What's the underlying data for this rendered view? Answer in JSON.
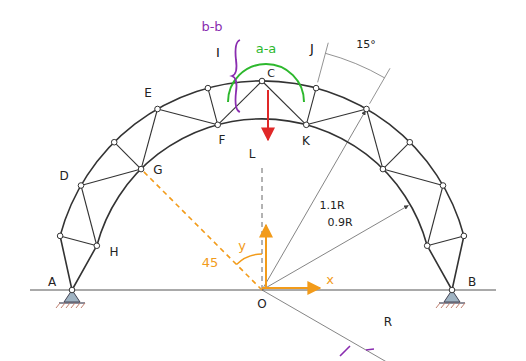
{
  "diagram": {
    "labels": [
      "b-b",
      "a-a",
      "I",
      "J",
      "E",
      "C",
      "15°",
      "F",
      "L",
      "K",
      "D",
      "G",
      "H",
      "A",
      "B",
      "O",
      "1.1R",
      "0.9R",
      "R",
      "45",
      "y",
      "x"
    ]
  }
}
